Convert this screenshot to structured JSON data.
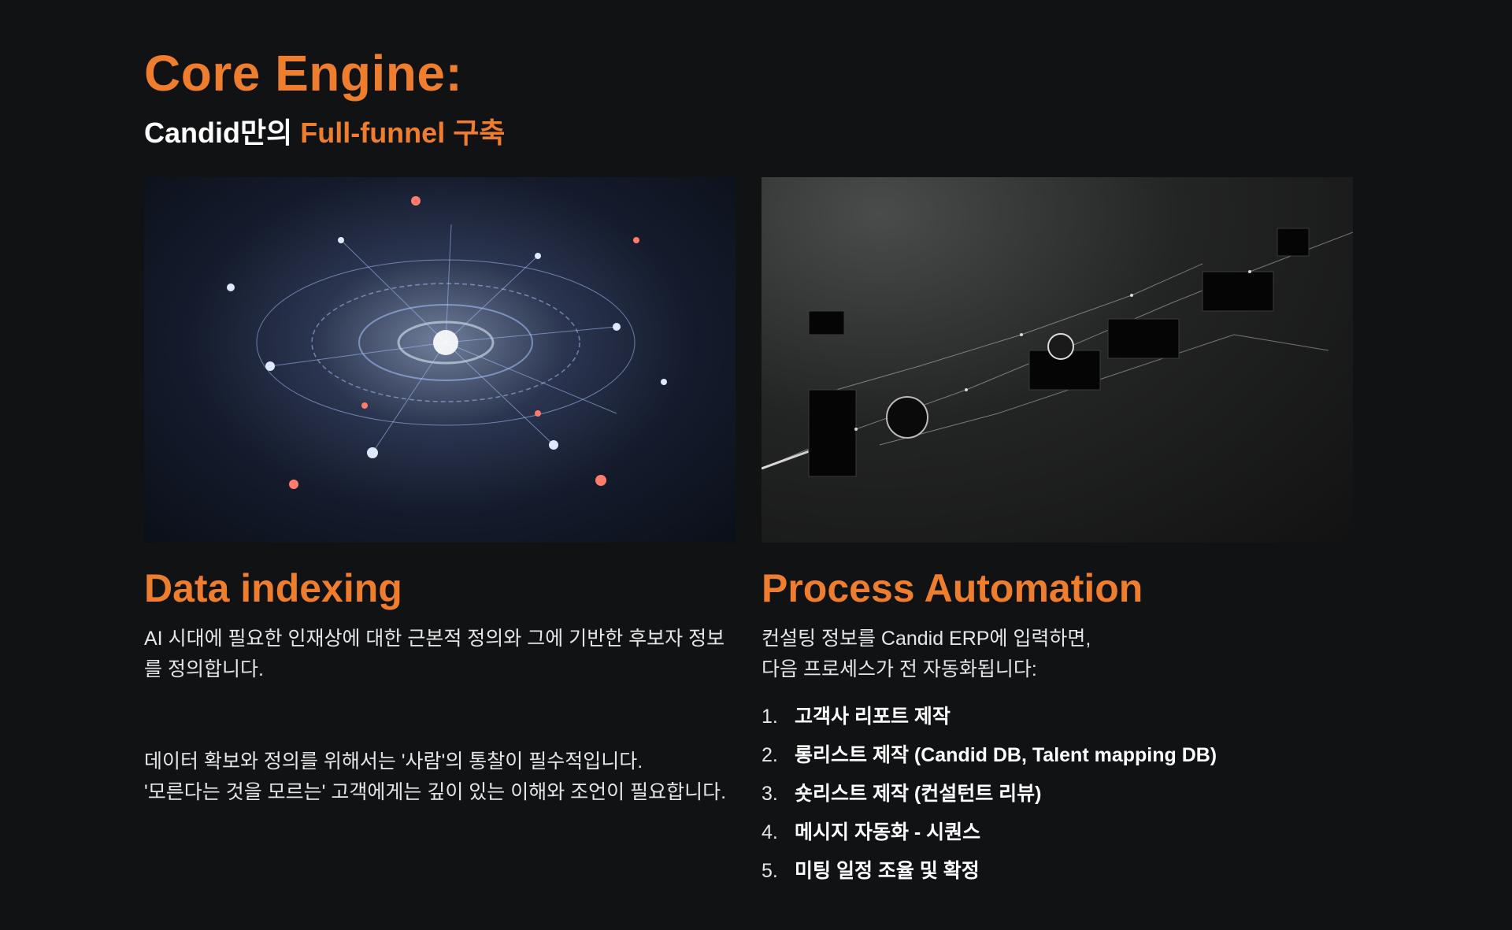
{
  "header": {
    "title": "Core Engine:",
    "subtitle_prefix": "Candid만의 ",
    "subtitle_accent": "Full-funnel 구축"
  },
  "colors": {
    "accent": "#ee7d2e",
    "background": "#111214"
  },
  "left": {
    "title": "Data indexing",
    "para1": "AI 시대에 필요한 인재상에 대한 근본적 정의와 그에 기반한 후보자 정보를 정의합니다.",
    "para2_line1": "데이터 확보와 정의를 위해서는 '사람'의 통찰이 필수적입니다.",
    "para2_line2": "'모른다는 것을 모르는' 고객에게는 깊이 있는 이해와 조언이 필요합니다."
  },
  "right": {
    "title": "Process Automation",
    "intro_line1": "컨설팅 정보를 Candid ERP에 입력하면,",
    "intro_line2": "다음 프로세스가 전 자동화됩니다:",
    "steps": [
      {
        "num": "1.",
        "text": "고객사 리포트 제작"
      },
      {
        "num": "2.",
        "text": "롱리스트 제작 (Candid DB, Talent mapping DB)"
      },
      {
        "num": "3.",
        "text": "숏리스트 제작 (컨설턴트 리뷰)"
      },
      {
        "num": "4.",
        "text": "메시지 자동화 - 시퀀스"
      },
      {
        "num": "5.",
        "text": "미팅 일정 조율 및 확정"
      }
    ]
  }
}
